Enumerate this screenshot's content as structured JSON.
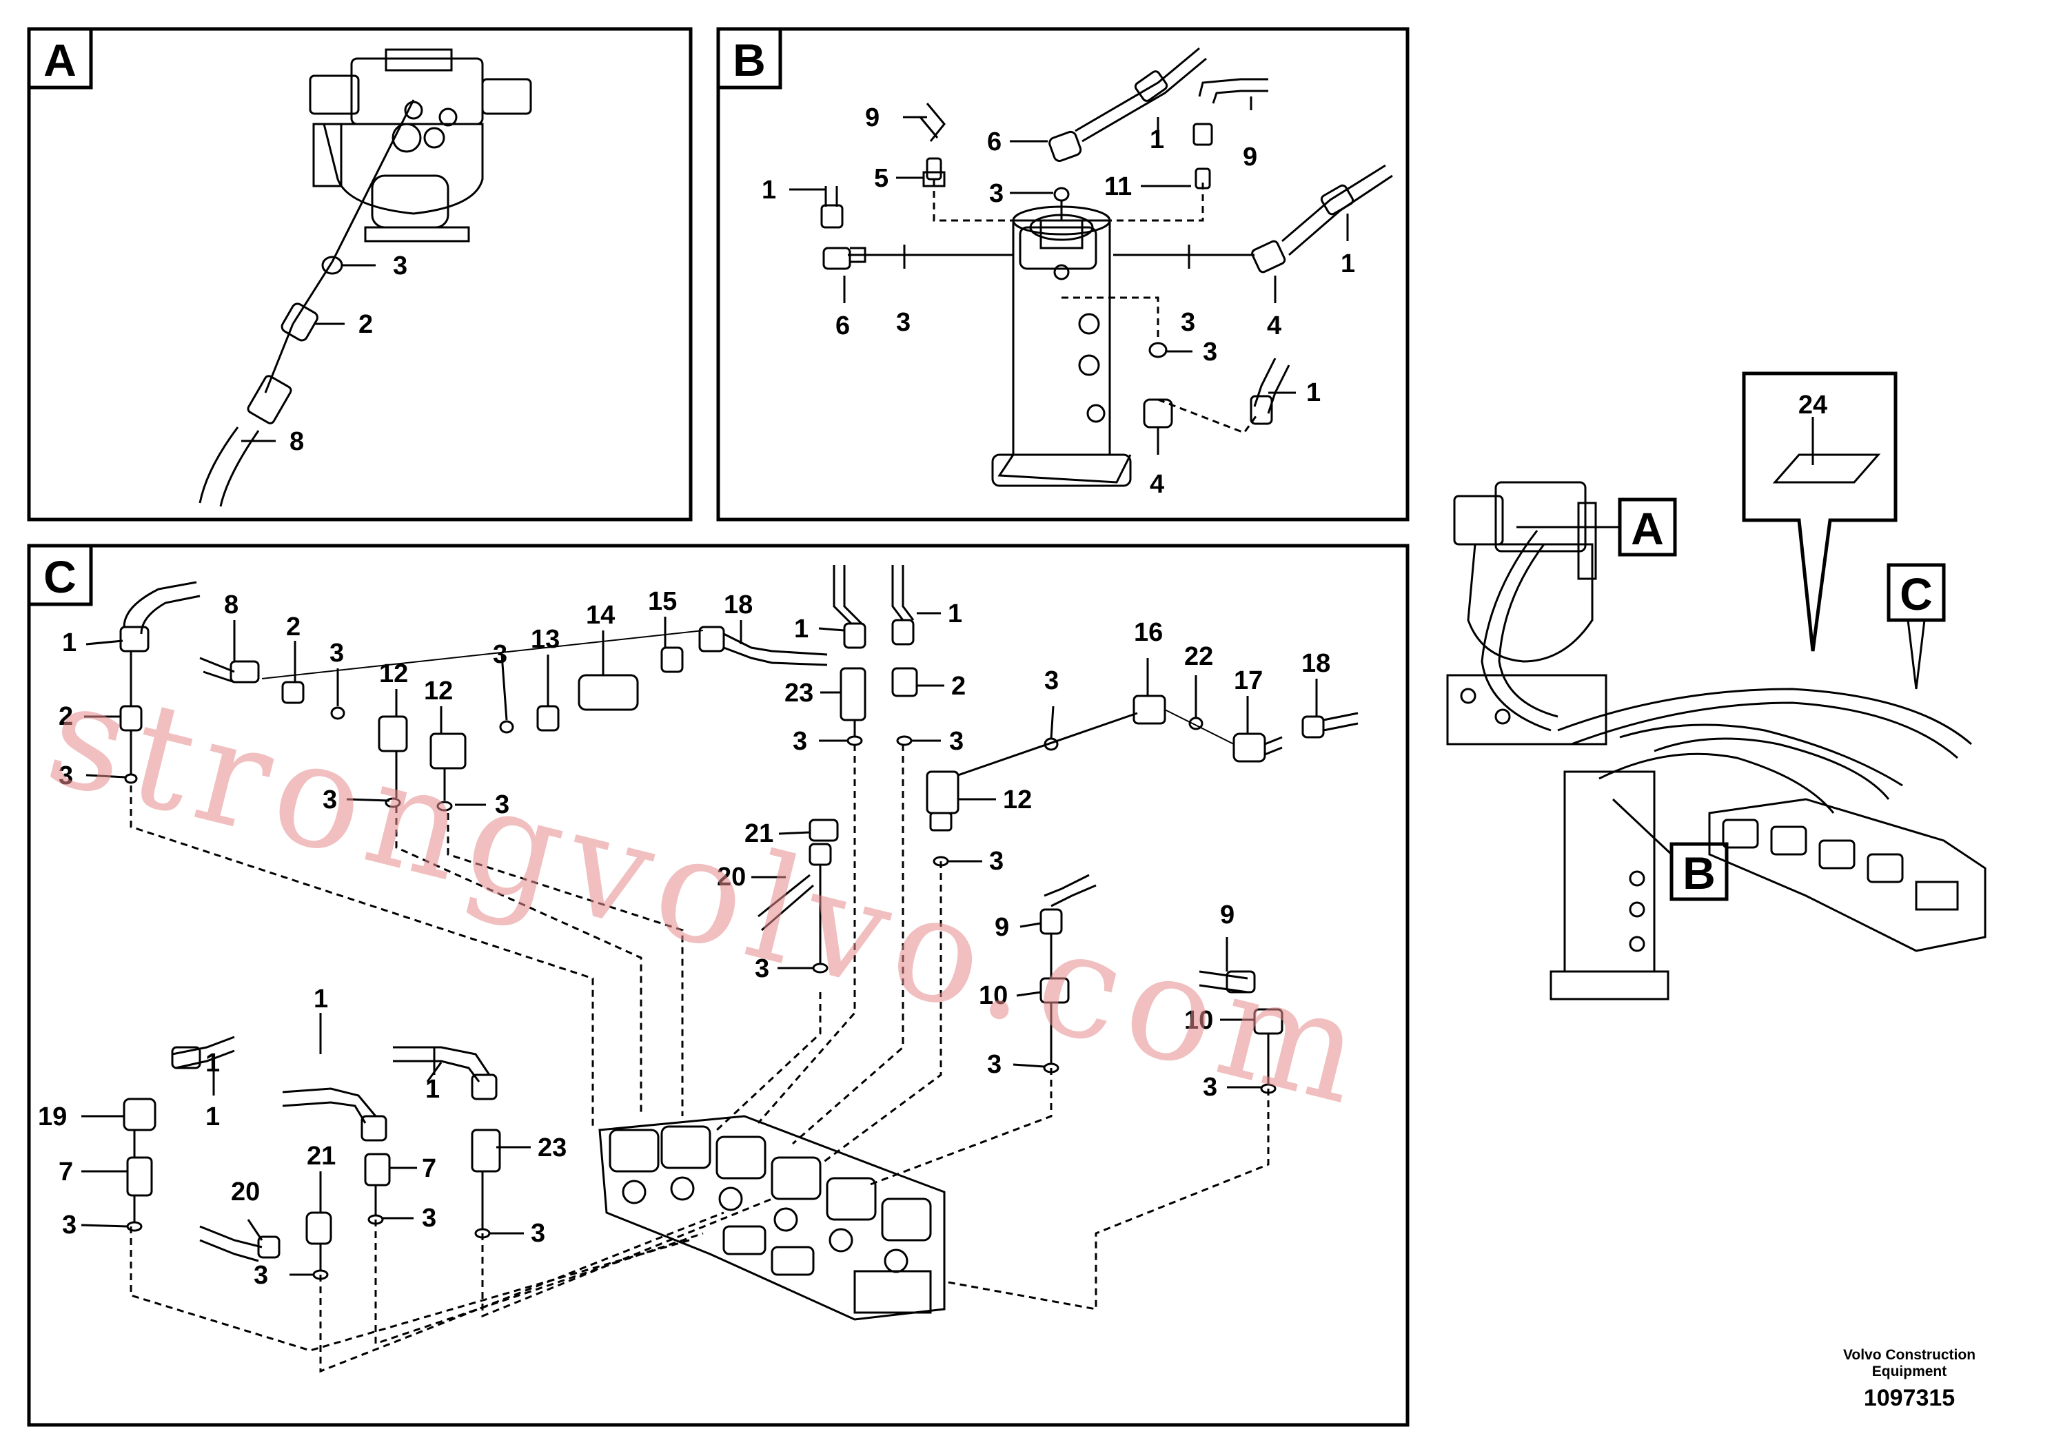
{
  "panels": {
    "a": {
      "tag": "A",
      "callouts": [
        {
          "id": "a-ring",
          "n": "3"
        },
        {
          "id": "a-nut",
          "n": "2"
        },
        {
          "id": "a-hose",
          "n": "8"
        }
      ]
    },
    "b": {
      "tag": "B",
      "callouts": [
        {
          "id": "b-1a",
          "n": "1"
        },
        {
          "id": "b-1b",
          "n": "1"
        },
        {
          "id": "b-1c",
          "n": "1"
        },
        {
          "id": "b-1d",
          "n": "1"
        },
        {
          "id": "b-9a",
          "n": "9"
        },
        {
          "id": "b-9b",
          "n": "9"
        },
        {
          "id": "b-5",
          "n": "5"
        },
        {
          "id": "b-6a",
          "n": "6"
        },
        {
          "id": "b-6b",
          "n": "6"
        },
        {
          "id": "b-3a",
          "n": "3"
        },
        {
          "id": "b-3b",
          "n": "3"
        },
        {
          "id": "b-3c",
          "n": "3"
        },
        {
          "id": "b-3d",
          "n": "3"
        },
        {
          "id": "b-11",
          "n": "11"
        },
        {
          "id": "b-4a",
          "n": "4"
        },
        {
          "id": "b-4b",
          "n": "4"
        }
      ]
    },
    "c": {
      "tag": "C",
      "callouts": [
        {
          "id": "c-1a",
          "n": "1"
        },
        {
          "id": "c-2a",
          "n": "2"
        },
        {
          "id": "c-3a",
          "n": "3"
        },
        {
          "id": "c-8",
          "n": "8"
        },
        {
          "id": "c-2b",
          "n": "2"
        },
        {
          "id": "c-3b",
          "n": "3"
        },
        {
          "id": "c-12a",
          "n": "12"
        },
        {
          "id": "c-12b",
          "n": "12"
        },
        {
          "id": "c-3c",
          "n": "3"
        },
        {
          "id": "c-13",
          "n": "13"
        },
        {
          "id": "c-14",
          "n": "14"
        },
        {
          "id": "c-15",
          "n": "15"
        },
        {
          "id": "c-18a",
          "n": "18"
        },
        {
          "id": "c-3d",
          "n": "3"
        },
        {
          "id": "c-3e",
          "n": "3"
        },
        {
          "id": "c-1b",
          "n": "1"
        },
        {
          "id": "c-1c",
          "n": "1"
        },
        {
          "id": "c-23a",
          "n": "23"
        },
        {
          "id": "c-2c",
          "n": "2"
        },
        {
          "id": "c-3f",
          "n": "3"
        },
        {
          "id": "c-3g",
          "n": "3"
        },
        {
          "id": "c-3h",
          "n": "3"
        },
        {
          "id": "c-16",
          "n": "16"
        },
        {
          "id": "c-22",
          "n": "22"
        },
        {
          "id": "c-17",
          "n": "17"
        },
        {
          "id": "c-18b",
          "n": "18"
        },
        {
          "id": "c-12c",
          "n": "12"
        },
        {
          "id": "c-3i",
          "n": "3"
        },
        {
          "id": "c-21a",
          "n": "21"
        },
        {
          "id": "c-20a",
          "n": "20"
        },
        {
          "id": "c-3j",
          "n": "3"
        },
        {
          "id": "c-9a",
          "n": "9"
        },
        {
          "id": "c-10a",
          "n": "10"
        },
        {
          "id": "c-3k",
          "n": "3"
        },
        {
          "id": "c-9b",
          "n": "9"
        },
        {
          "id": "c-10b",
          "n": "10"
        },
        {
          "id": "c-3l",
          "n": "3"
        },
        {
          "id": "c-1d",
          "n": "1"
        },
        {
          "id": "c-1e",
          "n": "1"
        },
        {
          "id": "c-19",
          "n": "19"
        },
        {
          "id": "c-1f",
          "n": "1"
        },
        {
          "id": "c-1g",
          "n": "1"
        },
        {
          "id": "c-21b",
          "n": "21"
        },
        {
          "id": "c-7a",
          "n": "7"
        },
        {
          "id": "c-23b",
          "n": "23"
        },
        {
          "id": "c-7b",
          "n": "7"
        },
        {
          "id": "c-3m",
          "n": "3"
        },
        {
          "id": "c-3n",
          "n": "3"
        },
        {
          "id": "c-3o",
          "n": "3"
        },
        {
          "id": "c-20b",
          "n": "20"
        },
        {
          "id": "c-3p",
          "n": "3"
        }
      ]
    }
  },
  "overview": {
    "tags": [
      "A",
      "B",
      "C"
    ],
    "label_callout": "24"
  },
  "watermark": "strongvolvo.com",
  "footer": {
    "company_line1": "Volvo Construction",
    "company_line2": "Equipment",
    "doc_number": "1097315"
  }
}
